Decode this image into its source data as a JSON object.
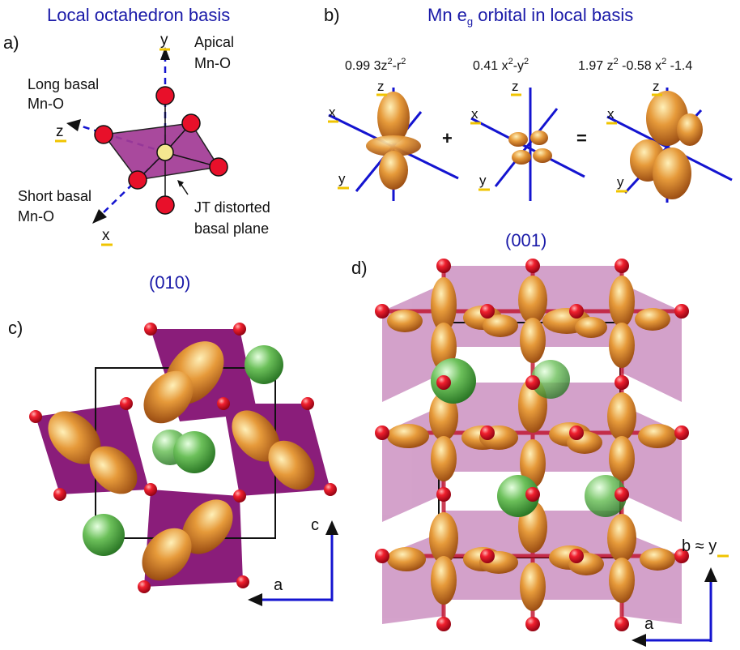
{
  "colors": {
    "title_blue": "#1a1aa8",
    "axis_blue": "#1414d0",
    "oxygen_red": "#e8102a",
    "manganese_yellow": "#f4e890",
    "octahedron_purple": "#8a1d7a",
    "orbital_orange": "#d8801e",
    "cation_green": "#5aac4a",
    "underline_yellow": "#f0c400"
  },
  "panel_a": {
    "title": "Local octahedron basis",
    "label": "a)",
    "axis_y": "y",
    "axis_z": "z",
    "axis_x": "x",
    "apical": [
      "Apical",
      "Mn-O"
    ],
    "long_basal": [
      "Long basal",
      "Mn-O"
    ],
    "short_basal": [
      "Short basal",
      "Mn-O"
    ],
    "jt_plane": [
      "JT distorted",
      "basal plane"
    ]
  },
  "panel_b": {
    "title_main": "Mn e",
    "title_sub": "g",
    "title_rest": " orbital in local basis",
    "label": "b)",
    "op_plus": "+",
    "op_equals": "=",
    "terms": [
      {
        "coef": "0.99 3z",
        "sup": "2",
        "rest": "-r",
        "sup2": "2"
      },
      {
        "coef": "0.41 x",
        "sup": "2",
        "rest": "-y",
        "sup2": "2"
      },
      {
        "coef": "1.97 z",
        "sup": "2",
        "rest": " -0.58 x",
        "sup2": "2",
        "tail": " -1.4"
      }
    ],
    "axis_x": "x",
    "axis_y": "y",
    "axis_z": "z"
  },
  "panel_c": {
    "label": "c)",
    "title": "(010)",
    "axis_c": "c",
    "axis_a": "a"
  },
  "panel_d": {
    "label": "d)",
    "title": "(001)",
    "axis_b": "b ≈ ",
    "axis_b_y": "y",
    "axis_a": "a"
  }
}
